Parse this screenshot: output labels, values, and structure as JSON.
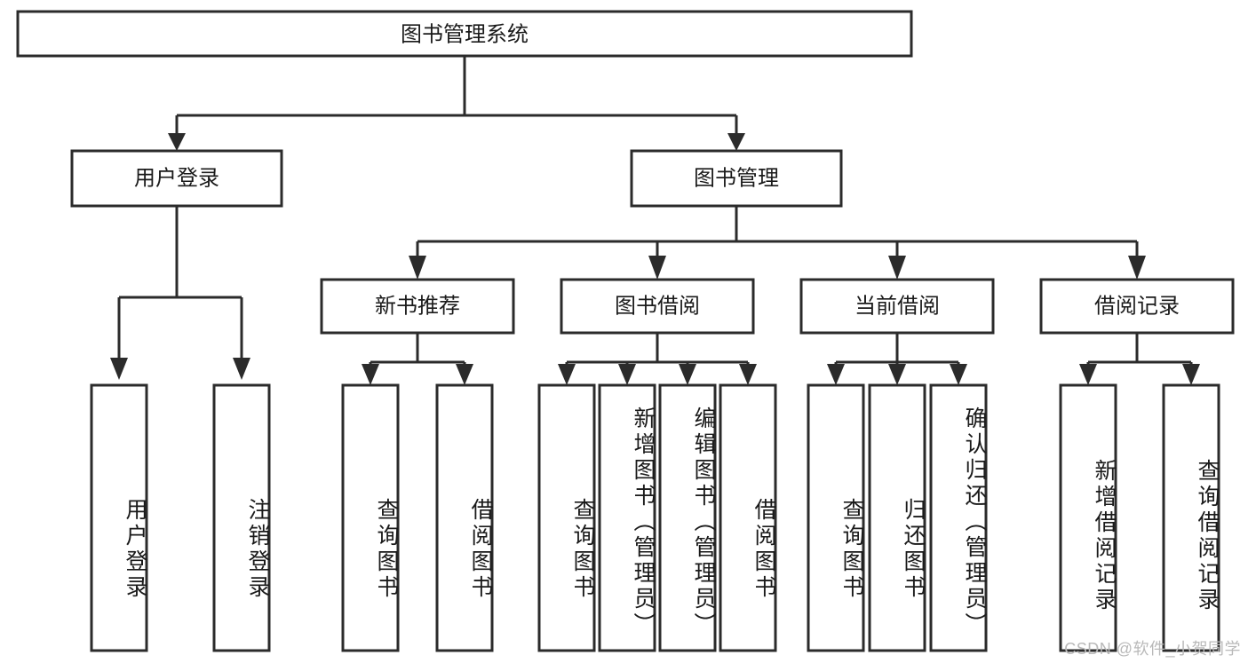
{
  "diagram": {
    "title": "图书管理系统",
    "watermark": "CSDN @软件_小贺同学",
    "colors": {
      "stroke": "#2b2b2b",
      "fill": "#ffffff",
      "text": "#1a1a1a",
      "watermark": "#b9b9b9",
      "background": "#ffffff"
    },
    "root": {
      "label": "图书管理系统"
    },
    "level2": [
      {
        "label": "用户登录"
      },
      {
        "label": "图书管理"
      }
    ],
    "level3": [
      {
        "label": "新书推荐"
      },
      {
        "label": "图书借阅"
      },
      {
        "label": "当前借阅"
      },
      {
        "label": "借阅记录"
      }
    ],
    "leaves": {
      "user_login": [
        {
          "label": "用户登录"
        },
        {
          "label": "注销登录"
        }
      ],
      "new_book_recommend": [
        {
          "label": "查询图书"
        },
        {
          "label": "借阅图书"
        }
      ],
      "book_borrow": [
        {
          "label": "查询图书"
        },
        {
          "label": "新增图书（管理员）"
        },
        {
          "label": "编辑图书（管理员）"
        },
        {
          "label": "借阅图书"
        }
      ],
      "current_borrow": [
        {
          "label": "查询图书"
        },
        {
          "label": "归还图书"
        },
        {
          "label": "确认归还（管理员）"
        }
      ],
      "borrow_record": [
        {
          "label": "新增借阅记录"
        },
        {
          "label": "查询借阅记录"
        }
      ]
    }
  },
  "chart_data": {
    "type": "diagram",
    "subtype": "tree-hierarchy",
    "title": "图书管理系统",
    "orientation": "top-down",
    "nodes": [
      {
        "id": "n0",
        "label": "图书管理系统",
        "level": 0,
        "parent": null
      },
      {
        "id": "n1",
        "label": "用户登录",
        "level": 1,
        "parent": "n0"
      },
      {
        "id": "n2",
        "label": "图书管理",
        "level": 1,
        "parent": "n0"
      },
      {
        "id": "n1a",
        "label": "用户登录",
        "level": 2,
        "parent": "n1"
      },
      {
        "id": "n1b",
        "label": "注销登录",
        "level": 2,
        "parent": "n1"
      },
      {
        "id": "n2a",
        "label": "新书推荐",
        "level": 2,
        "parent": "n2"
      },
      {
        "id": "n2b",
        "label": "图书借阅",
        "level": 2,
        "parent": "n2"
      },
      {
        "id": "n2c",
        "label": "当前借阅",
        "level": 2,
        "parent": "n2"
      },
      {
        "id": "n2d",
        "label": "借阅记录",
        "level": 2,
        "parent": "n2"
      },
      {
        "id": "n2a1",
        "label": "查询图书",
        "level": 3,
        "parent": "n2a"
      },
      {
        "id": "n2a2",
        "label": "借阅图书",
        "level": 3,
        "parent": "n2a"
      },
      {
        "id": "n2b1",
        "label": "查询图书",
        "level": 3,
        "parent": "n2b"
      },
      {
        "id": "n2b2",
        "label": "新增图书（管理员）",
        "level": 3,
        "parent": "n2b"
      },
      {
        "id": "n2b3",
        "label": "编辑图书（管理员）",
        "level": 3,
        "parent": "n2b"
      },
      {
        "id": "n2b4",
        "label": "借阅图书",
        "level": 3,
        "parent": "n2b"
      },
      {
        "id": "n2c1",
        "label": "查询图书",
        "level": 3,
        "parent": "n2c"
      },
      {
        "id": "n2c2",
        "label": "归还图书",
        "level": 3,
        "parent": "n2c"
      },
      {
        "id": "n2c3",
        "label": "确认归还（管理员）",
        "level": 3,
        "parent": "n2c"
      },
      {
        "id": "n2d1",
        "label": "新增借阅记录",
        "level": 3,
        "parent": "n2d"
      },
      {
        "id": "n2d2",
        "label": "查询借阅记录",
        "level": 3,
        "parent": "n2d"
      }
    ]
  }
}
